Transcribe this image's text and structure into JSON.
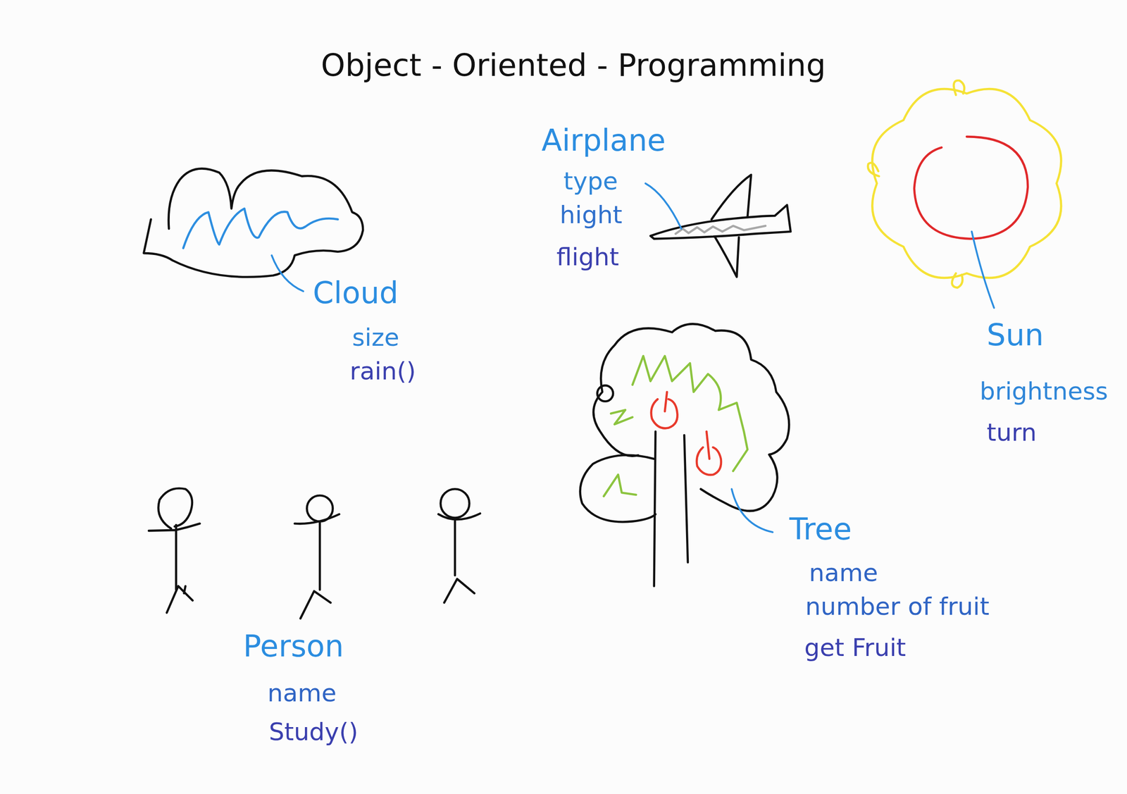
{
  "diagram": {
    "title": "Object - Oriented - Programming",
    "labels": [
      "Cloud",
      "size",
      "rain()",
      "Airplane",
      "type",
      "hight",
      "flight",
      "Sun",
      "brightness",
      "turn",
      "Tree",
      "name",
      "number of fruit",
      "get Fruit",
      "Person",
      "name",
      "Study()"
    ]
  }
}
